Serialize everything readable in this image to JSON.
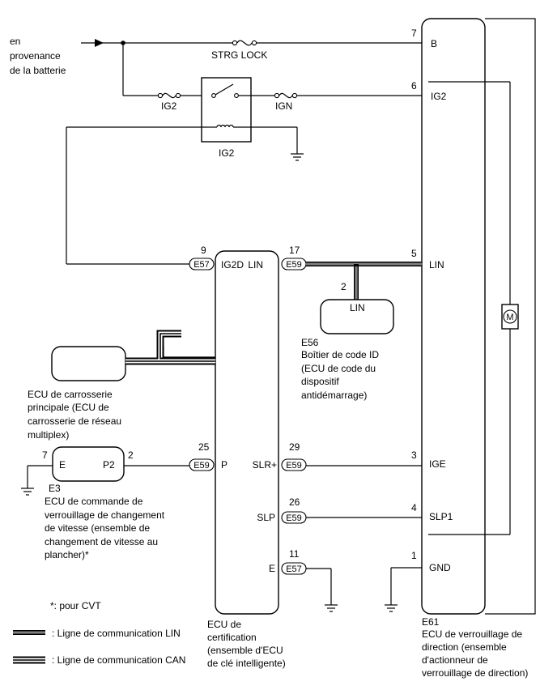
{
  "battery_source": [
    "en",
    "provenance",
    "de la batterie"
  ],
  "fuses": {
    "strg_lock": "STRG LOCK",
    "ig2": "IG2",
    "ign": "IGN"
  },
  "relay_label": "IG2",
  "steering_ecu": {
    "code": "E61",
    "name": [
      "ECU de verrouillage de",
      "direction (ensemble",
      "d'actionneur de",
      "verrouillage de direction)"
    ],
    "pins": [
      {
        "num": "7",
        "name": "B"
      },
      {
        "num": "6",
        "name": "IG2"
      },
      {
        "num": "5",
        "name": "LIN"
      },
      {
        "num": "3",
        "name": "IGE"
      },
      {
        "num": "4",
        "name": "SLP1"
      },
      {
        "num": "1",
        "name": "GND"
      }
    ],
    "motor": "M"
  },
  "cert_ecu": {
    "name": [
      "ECU de",
      "certification",
      "(ensemble d'ECU",
      "de clé intelligente)"
    ],
    "left_pins": [
      {
        "num": "9",
        "conn": "E57",
        "name": "IG2D"
      },
      {
        "num": "25",
        "conn": "E59",
        "name": "P"
      }
    ],
    "right_pins": [
      {
        "num": "17",
        "conn": "E59",
        "name": "LIN"
      },
      {
        "num": "29",
        "conn": "E59",
        "name": "SLR+"
      },
      {
        "num": "26",
        "conn": "E59",
        "name": "SLP"
      },
      {
        "num": "11",
        "conn": "E57",
        "name": "E"
      }
    ]
  },
  "id_box": {
    "pin": "2",
    "pin_name": "LIN",
    "code": "E56",
    "name": [
      "Boîtier de code ID",
      "(ECU de code du",
      "dispositif",
      "antidémarrage)"
    ]
  },
  "body_ecu": {
    "name": [
      "ECU de carrosserie",
      "principale (ECU de",
      "carrosserie de réseau",
      "multiplex)"
    ]
  },
  "shift_ecu": {
    "code": "E3",
    "pin_left_num": "7",
    "pin_left_name": "E",
    "pin_right_num": "2",
    "pin_right_name": "P2",
    "name": [
      "ECU de commande de",
      "verrouillage de changement",
      "de vitesse (ensemble de",
      "changement de vitesse au",
      "plancher)*"
    ]
  },
  "footnote": "*: pour CVT",
  "legend": [
    {
      "type": "LIN",
      "label": ": Ligne de communication LIN"
    },
    {
      "type": "CAN",
      "label": ": Ligne de communication CAN"
    }
  ]
}
